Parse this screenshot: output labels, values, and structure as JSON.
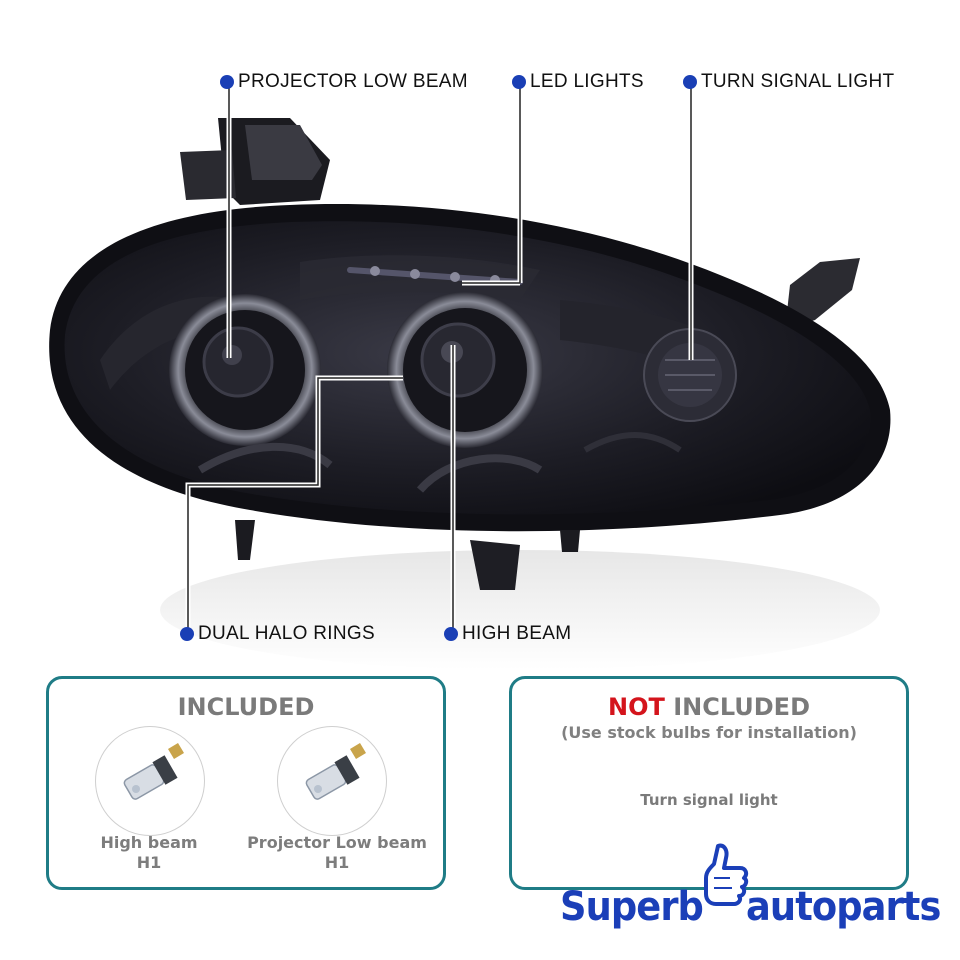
{
  "callouts": {
    "projector_low_beam": "PROJECTOR LOW BEAM",
    "led_lights": "LED LIGHTS",
    "turn_signal_light": "TURN SIGNAL LIGHT",
    "dual_halo_rings": "DUAL HALO RINGS",
    "high_beam": "HIGH BEAM"
  },
  "included_panel": {
    "title": "INCLUDED",
    "bulbs": [
      {
        "name": "High beam",
        "type": "H1"
      },
      {
        "name": "Projector Low beam",
        "type": "H1"
      }
    ]
  },
  "not_included_panel": {
    "title_red": "NOT",
    "title_rest": " INCLUDED",
    "subtitle": "(Use stock bulbs for installation)",
    "item": "Turn signal light"
  },
  "brand": {
    "left": "Superb",
    "right": "autoparts"
  },
  "colors": {
    "dot_blue": "#1a3fb5",
    "panel_teal": "#1f7c86",
    "not_red": "#d4141c",
    "brand_blue": "#1b3fb8",
    "lens_smoke": "#1c1c24"
  }
}
